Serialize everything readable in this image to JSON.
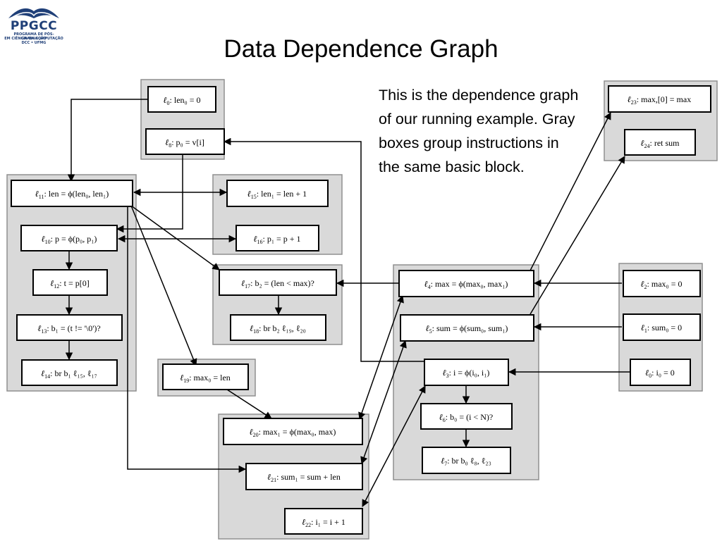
{
  "logo": {
    "main": "PPGCC",
    "sub1": "PROGRAMA DE PÓS-GRADUAÇÃO",
    "sub2": "EM CIÊNCIA DA COMPUTAÇÃO",
    "sub3": "DCC • UFMG",
    "color": "#1f3f78"
  },
  "title": "Data Dependence Graph",
  "caption": "This is the dependence graph of our running example. Gray boxes group instructions in the same basic block.",
  "nodes": {
    "l0": {
      "id": "0",
      "text": "len₀ = 0"
    },
    "l8": {
      "id": "8",
      "text": "p₀ = v[i]"
    },
    "l11": {
      "id": "11",
      "text": "len = ϕ(len₀, len₁)"
    },
    "l10": {
      "id": "10",
      "text": "p = ϕ(p₀, p₁)"
    },
    "l12": {
      "id": "12",
      "text": "t = p[0]"
    },
    "l13": {
      "id": "13",
      "text": "b₁ = (t != '\\0')?"
    },
    "l14": {
      "id": "14",
      "text": "br b₁  ℓ₁₅,  ℓ₁₇"
    },
    "l15": {
      "id": "15",
      "text": "len₁ = len + 1"
    },
    "l16": {
      "id": "16",
      "text": "p₁ = p + 1"
    },
    "l17": {
      "id": "17",
      "text": "b₂ = (len < max)?"
    },
    "l18": {
      "id": "18",
      "text": "br b₂  ℓ₁₉,  ℓ₂₀"
    },
    "l19": {
      "id": "19",
      "text": "max₀ = len"
    },
    "l20": {
      "id": "20",
      "text": "max₁ = ϕ(max₀, max)"
    },
    "l21": {
      "id": "21",
      "text": "sum₁ = sum + len"
    },
    "l22": {
      "id": "22",
      "text": "i₁ = i + 1"
    },
    "l4": {
      "id": "4",
      "text": "max = ϕ(max₀, max₁)"
    },
    "l5": {
      "id": "5",
      "text": "sum = ϕ(sum₀, sum₁)"
    },
    "l3": {
      "id": "3",
      "text": "i = ϕ(i₀, i₁)"
    },
    "l6": {
      "id": "6",
      "text": "b₀ = (i < N)?"
    },
    "l7": {
      "id": "7",
      "text": "br b₀  ℓ₈,  ℓ₂₃"
    },
    "l23": {
      "id": "23",
      "text": "max,[0] = max"
    },
    "l24": {
      "id": "24",
      "text": "ret sum"
    },
    "l2": {
      "id": "2",
      "text": "max₀ = 0"
    },
    "l1": {
      "id": "1",
      "text": "sum₀ = 0"
    },
    "l0b": {
      "id": "0",
      "text": "i₀ = 0"
    }
  },
  "colors": {
    "group_fill": "#d9d9d9",
    "group_border": "#8f8f8f",
    "node_border": "#000000"
  }
}
